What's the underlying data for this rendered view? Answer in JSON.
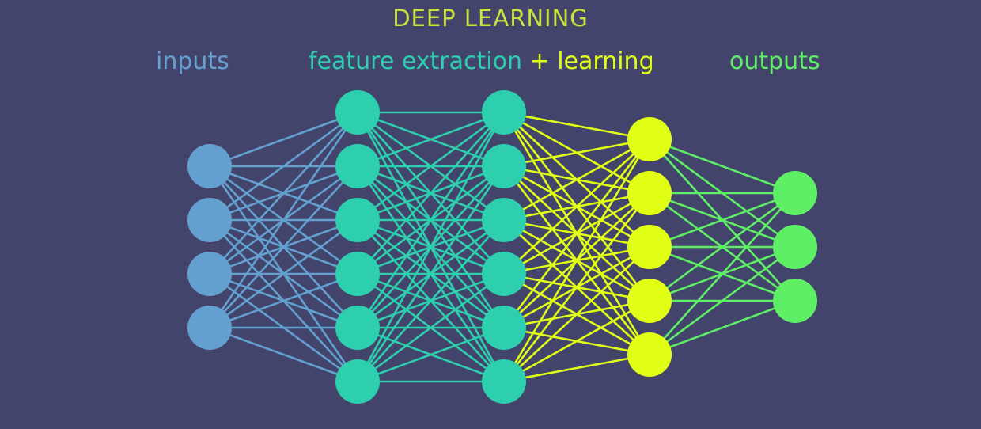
{
  "title": "DEEP LEARNING",
  "labels": {
    "inputs": "inputs",
    "feature_extraction": "feature extraction",
    "plus": "+",
    "learning": "learning",
    "outputs": "outputs"
  },
  "colors": {
    "background": "#43446b",
    "title": "#c9e33a",
    "inputs": "#63a0d0",
    "feature_extraction": "#2ecfae",
    "learning": "#e2ff16",
    "outputs": "#5fef66"
  },
  "network": {
    "layers": [
      {
        "name": "inputs",
        "nodes": 4,
        "color": "#63a0d0"
      },
      {
        "name": "hidden-1",
        "nodes": 6,
        "color": "#2ecfae"
      },
      {
        "name": "hidden-2",
        "nodes": 6,
        "color": "#2ecfae"
      },
      {
        "name": "hidden-3",
        "nodes": 5,
        "color": "#e2ff16"
      },
      {
        "name": "outputs",
        "nodes": 3,
        "color": "#5fef66"
      }
    ],
    "connection_colors": [
      "#63a0d0",
      "#2ecfae",
      "#e2ff16",
      "#5fef66"
    ]
  }
}
